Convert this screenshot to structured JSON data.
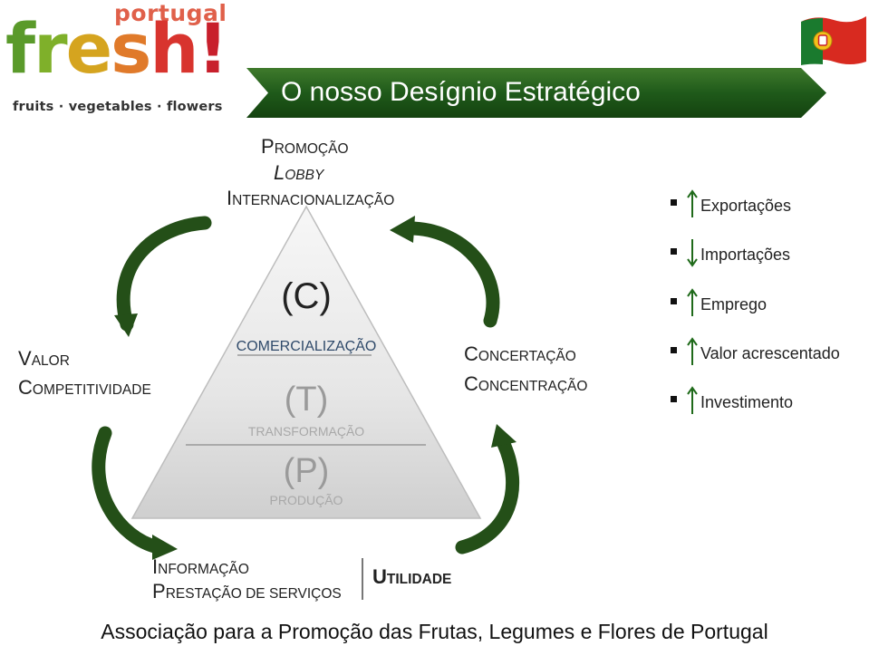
{
  "logo": {
    "top": "portugal",
    "main": [
      "f",
      "r",
      "e",
      "s",
      "h",
      "!"
    ],
    "sub": "fruits · vegetables · flowers",
    "colors": [
      "#5a9a2a",
      "#7fb02a",
      "#d5a41f",
      "#e07a2a",
      "#d8342e",
      "#c8202c"
    ]
  },
  "title": "O nosso Desígnio Estratégico",
  "flag": {
    "icon": "portugal-flag-icon",
    "colors": [
      "#1a7a2e",
      "#d82a20",
      "#f2c21a"
    ]
  },
  "diagram": {
    "top_labels": [
      "Promoção",
      "Lobby",
      "Internacionalização"
    ],
    "left_labels": [
      "Valor",
      "Competitividade"
    ],
    "right_labels": [
      "Concertação",
      "Concentração"
    ],
    "bottom_labels": [
      "Informação",
      "Prestação de Serviços"
    ],
    "bottom_right_label": "Utilidade",
    "pyramid": {
      "levels": [
        {
          "letter": "(C)",
          "label": "COMERCIALIZAÇÃO"
        },
        {
          "letter": "(T)",
          "label": "TRANSFORMAÇÃO"
        },
        {
          "letter": "(P)",
          "label": "PRODUÇÃO"
        }
      ]
    },
    "arrow_color": "#2e6b1a"
  },
  "indicators": [
    {
      "direction": "up",
      "label": "Exportações"
    },
    {
      "direction": "down",
      "label": "Importações"
    },
    {
      "direction": "up",
      "label": "Emprego"
    },
    {
      "direction": "up",
      "label": "Valor acrescentado"
    },
    {
      "direction": "up",
      "label": "Investimento"
    }
  ],
  "footer": "Associação para a Promoção das Frutas, Legumes e Flores de Portugal"
}
